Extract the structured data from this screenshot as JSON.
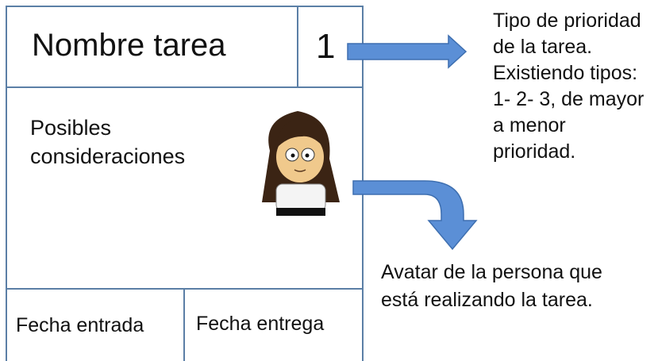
{
  "card": {
    "title": "Nombre tarea",
    "priority": "1",
    "notes_line1": "Posibles",
    "notes_line2": "consideraciones",
    "date_in": "Fecha entrada",
    "date_out": "Fecha entrega"
  },
  "annotations": {
    "priority_lines": [
      "Tipo de prioridad",
      "de la tarea.",
      "Existiendo tipos:",
      "1- 2- 3, de mayor",
      "a menor",
      "prioridad."
    ],
    "avatar_lines": [
      "Avatar de la persona que",
      "está realizando la tarea."
    ]
  },
  "icons": [
    "avatar-girl-icon",
    "arrow-right-icon",
    "arrow-bent-down-icon"
  ],
  "colors": {
    "card_border": "#5b7fa6",
    "arrow_fill": "#5b8fd6",
    "arrow_stroke": "#3e6fb0"
  }
}
